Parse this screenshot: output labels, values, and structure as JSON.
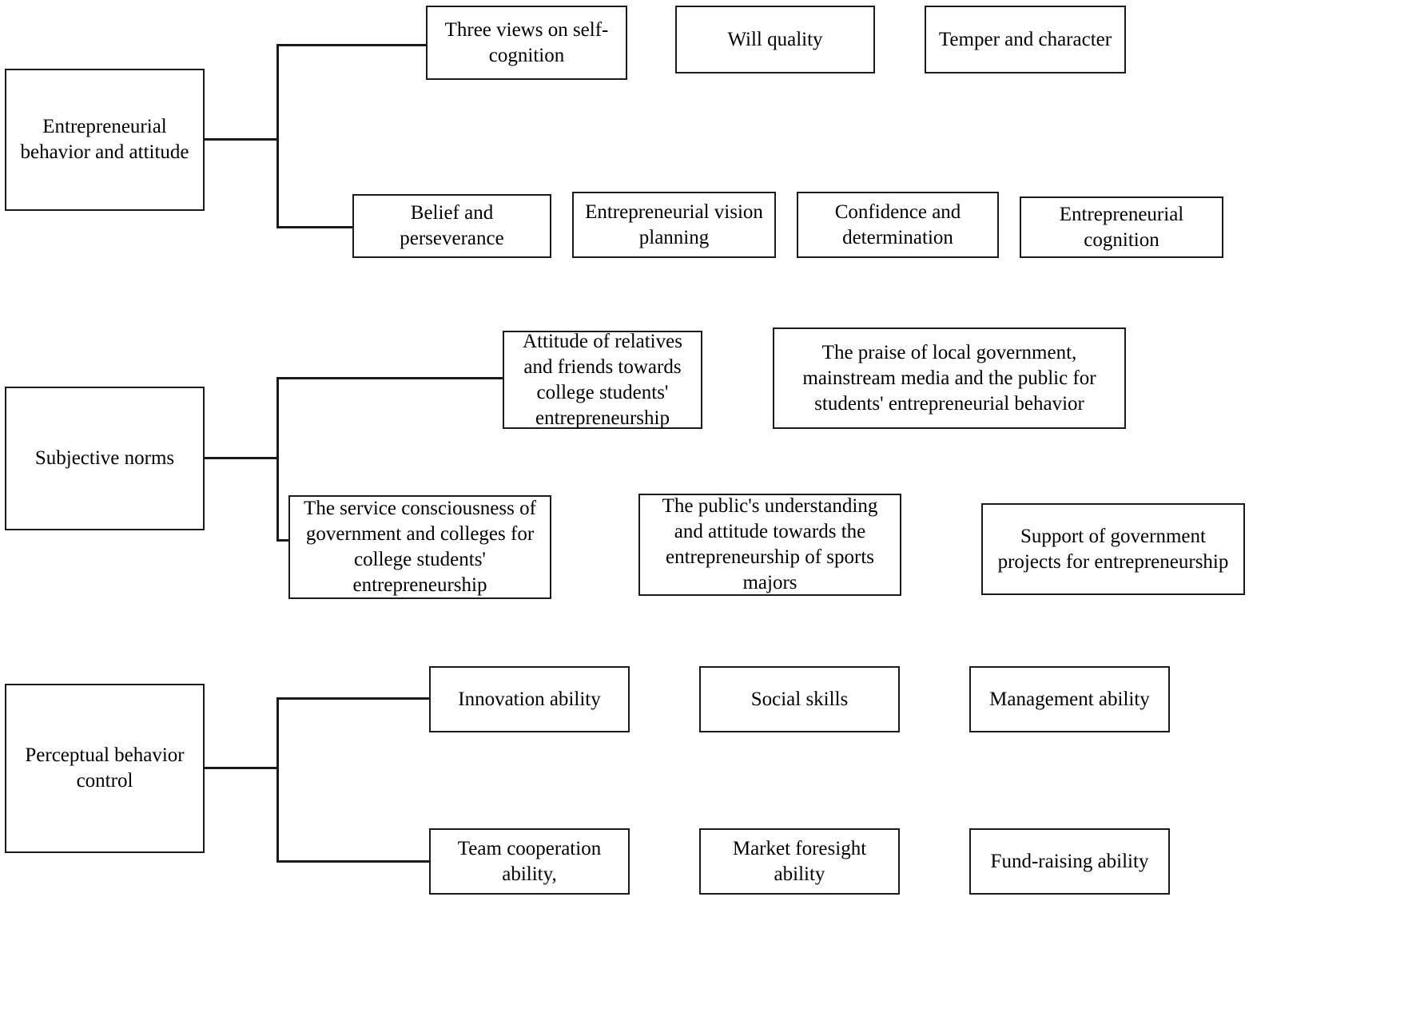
{
  "diagram": {
    "type": "hierarchy-tree",
    "title": "",
    "orientation": "left-to-right",
    "line_color": "#1a1a1a",
    "box_border_color": "#1a1a1a",
    "background_color": "#ffffff",
    "groups": [
      {
        "id": "entrepreneurial-behavior-and-attitude",
        "root": "Entrepreneurial behavior and attitude",
        "rows": [
          {
            "id": "row-1",
            "connected_index": 0,
            "items": [
              "Three views on self-cognition",
              "Will quality",
              "Temper and character"
            ]
          },
          {
            "id": "row-2",
            "connected_index": 0,
            "items": [
              "Belief and perseverance",
              "Entrepreneurial vision planning",
              "Confidence and determination",
              "Entrepreneurial cognition"
            ]
          }
        ]
      },
      {
        "id": "subjective-norms",
        "root": "Subjective norms",
        "rows": [
          {
            "id": "row-1",
            "connected_index": 0,
            "items": [
              "Attitude of relatives and friends towards college students' entrepreneurship",
              "The praise of local government, mainstream media and the public for students' entrepreneurial behavior"
            ]
          },
          {
            "id": "row-2",
            "connected_index": 0,
            "items": [
              "The service consciousness of government and colleges for college students' entrepreneurship",
              "The public's understanding and attitude towards the entrepreneurship of sports majors",
              "Support of government projects for entrepreneurship"
            ]
          }
        ]
      },
      {
        "id": "perceptual-behavior-control",
        "root": "Perceptual behavior control",
        "rows": [
          {
            "id": "row-1",
            "connected_index": 0,
            "items": [
              "Innovation ability",
              "Social skills",
              "Management ability"
            ]
          },
          {
            "id": "row-2",
            "connected_index": 0,
            "items": [
              "Team cooperation ability,",
              "Market foresight ability",
              "Fund-raising ability"
            ]
          }
        ]
      }
    ]
  },
  "nodes": {
    "g1_root": "Entrepreneurial behavior and attitude",
    "g1_r1_c1": "Three views on self-cognition",
    "g1_r1_c2": "Will quality",
    "g1_r1_c3": "Temper and character",
    "g1_r2_c1": "Belief and perseverance",
    "g1_r2_c2": "Entrepreneurial vision planning",
    "g1_r2_c3": "Confidence and determination",
    "g1_r2_c4": "Entrepreneurial cognition",
    "g2_root": "Subjective norms",
    "g2_r1_c1": "Attitude of relatives and friends towards college students' entrepreneurship",
    "g2_r1_c2": "The praise of local government, mainstream media and the public for students' entrepreneurial behavior",
    "g2_r2_c1": "The service consciousness of government and colleges for college students' entrepreneurship",
    "g2_r2_c2": "The public's understanding and attitude towards the entrepreneurship of sports majors",
    "g2_r2_c3": "Support of government projects for entrepreneurship",
    "g3_root": "Perceptual behavior control",
    "g3_r1_c1": "Innovation ability",
    "g3_r1_c2": "Social skills",
    "g3_r1_c3": "Management ability",
    "g3_r2_c1": "Team cooperation ability,",
    "g3_r2_c2": "Market foresight ability",
    "g3_r2_c3": "Fund-raising ability"
  }
}
